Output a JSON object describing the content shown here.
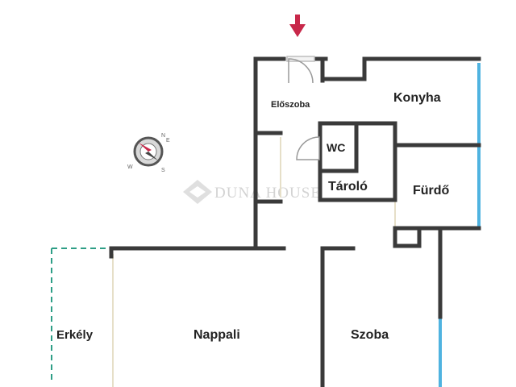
{
  "plan": {
    "rooms": {
      "eloszoba": "Előszoba",
      "konyha": "Konyha",
      "wc": "WC",
      "tarolo": "Tároló",
      "furdo": "Fürdő",
      "erkely": "Erkély",
      "nappali": "Nappali",
      "szoba": "Szoba"
    },
    "watermark": "DUNA HOUSE",
    "compass": {
      "north": "N",
      "east": "E",
      "south": "S",
      "west": "W"
    }
  },
  "colors": {
    "wall": "#3a3a3a",
    "window": "#4fb3e0",
    "balcony": "#2e9e86",
    "entrance_arrow": "#c8284a",
    "door": "#9a9a9a",
    "watermark": "#cfcfcf"
  },
  "icons": {
    "entrance": "entrance-arrow-icon",
    "compass": "compass-icon",
    "logo": "duna-house-logo-icon"
  }
}
